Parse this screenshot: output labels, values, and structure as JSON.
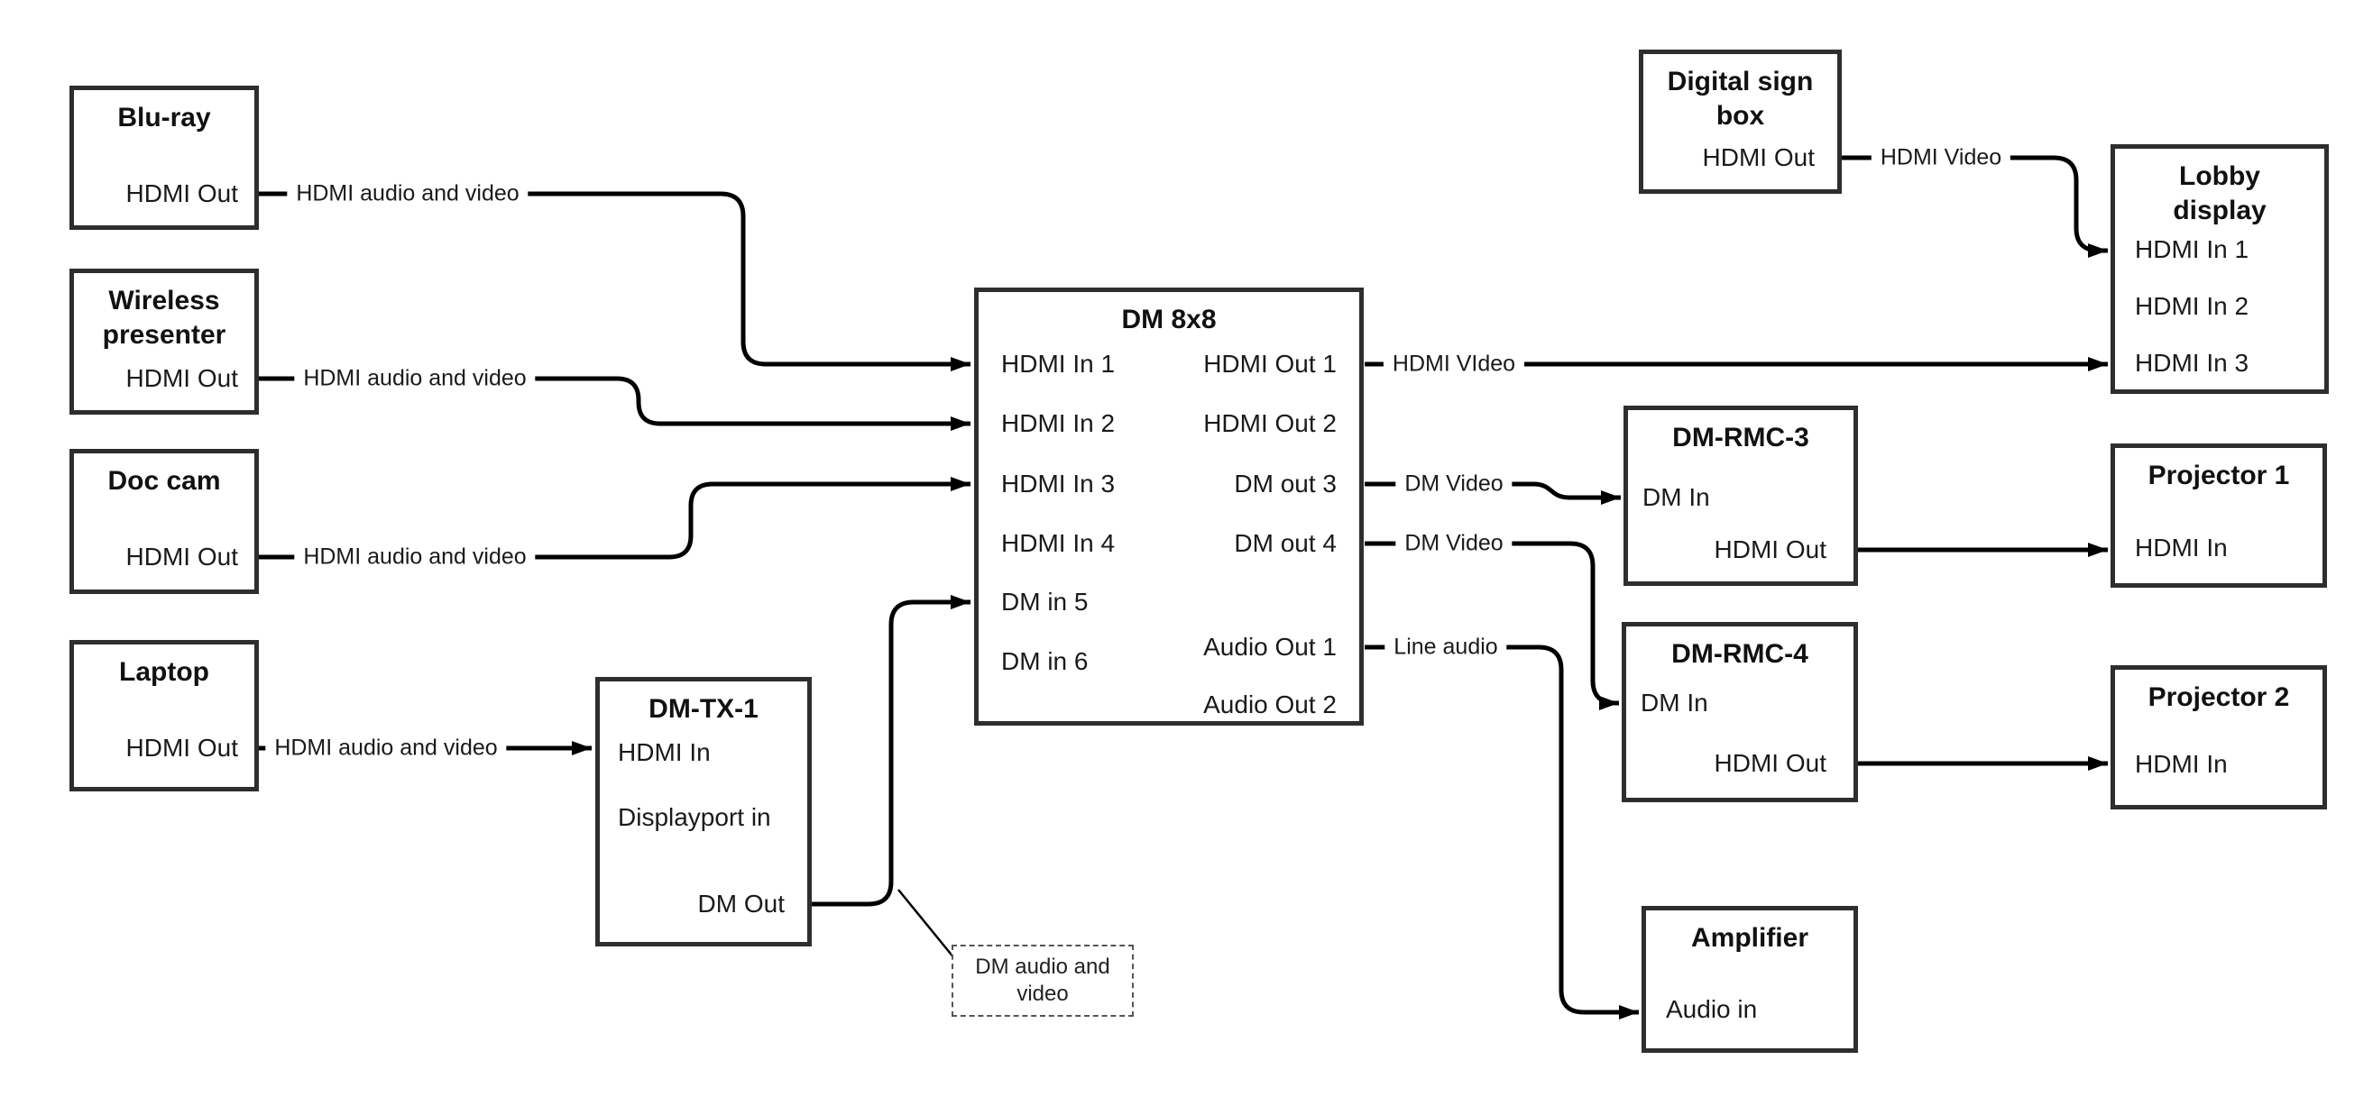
{
  "colors": {
    "background": "#ffffff",
    "box_border": "#2e2e2e",
    "wire": "#000000",
    "text": "#1a1a1a"
  },
  "nodes": {
    "bluray": {
      "title": "Blu-ray",
      "ports": {
        "hdmi_out": "HDMI Out"
      }
    },
    "wireless": {
      "title": "Wireless presenter",
      "ports": {
        "hdmi_out": "HDMI Out"
      }
    },
    "doc_cam": {
      "title": "Doc cam",
      "ports": {
        "hdmi_out": "HDMI Out"
      }
    },
    "laptop": {
      "title": "Laptop",
      "ports": {
        "hdmi_out": "HDMI Out"
      }
    },
    "dm_tx_1": {
      "title": "DM-TX-1",
      "ports": {
        "hdmi_in": "HDMI In",
        "displayport_in": "Displayport in",
        "dm_out": "DM Out"
      }
    },
    "dm_8x8": {
      "title": "DM 8x8",
      "ports": {
        "hdmi_in_1": "HDMI In 1",
        "hdmi_in_2": "HDMI In 2",
        "hdmi_in_3": "HDMI In 3",
        "hdmi_in_4": "HDMI In 4",
        "dm_in_5": "DM in 5",
        "dm_in_6": "DM in 6",
        "hdmi_out_1": "HDMI Out 1",
        "hdmi_out_2": "HDMI Out 2",
        "dm_out_3": "DM out 3",
        "dm_out_4": "DM out 4",
        "audio_out_1": "Audio Out 1",
        "audio_out_2": "Audio Out 2"
      }
    },
    "digital_sign_box": {
      "title": "Digital sign box",
      "ports": {
        "hdmi_out": "HDMI Out"
      }
    },
    "lobby_display": {
      "title": "Lobby display",
      "ports": {
        "hdmi_in_1": "HDMI In 1",
        "hdmi_in_2": "HDMI In 2",
        "hdmi_in_3": "HDMI In 3"
      }
    },
    "dm_rmc_3": {
      "title": "DM-RMC-3",
      "ports": {
        "dm_in": "DM In",
        "hdmi_out": "HDMI Out"
      }
    },
    "projector_1": {
      "title": "Projector 1",
      "ports": {
        "hdmi_in": "HDMI In"
      }
    },
    "dm_rmc_4": {
      "title": "DM-RMC-4",
      "ports": {
        "dm_in": "DM In",
        "hdmi_out": "HDMI Out"
      }
    },
    "projector_2": {
      "title": "Projector 2",
      "ports": {
        "hdmi_in": "HDMI In"
      }
    },
    "amplifier": {
      "title": "Amplifier",
      "ports": {
        "audio_in": "Audio in"
      }
    }
  },
  "edge_labels": {
    "bluray_to_dm8x8": "HDMI audio and video",
    "wireless_to_dm8x8": "HDMI audio and video",
    "doccam_to_dm8x8": "HDMI audio and video",
    "laptop_to_dmtx1": "HDMI audio and video",
    "digitalsign_to_lobby": "HDMI Video",
    "hdmiout1_to_lobby": "HDMI VIdeo",
    "dmout3_to_dmrmc3": "DM Video",
    "dmout4_to_dmrmc4": "DM Video",
    "audioout1_to_amplifier": "Line audio"
  },
  "callout": {
    "text": "DM audio and video"
  }
}
